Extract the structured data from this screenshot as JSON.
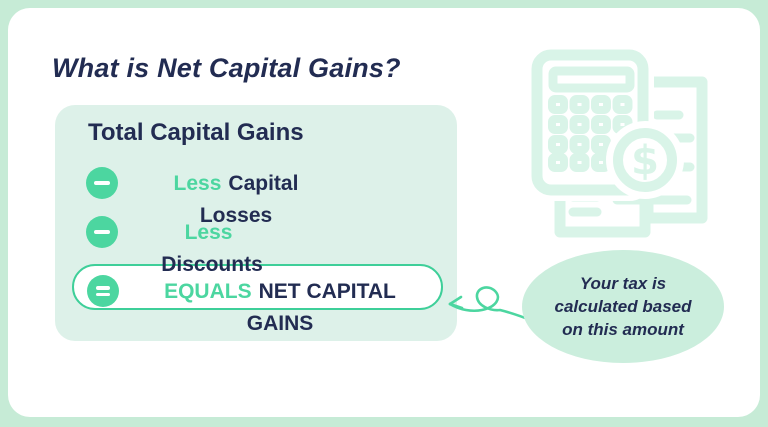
{
  "title": "What is Net Capital Gains?",
  "panel": {
    "heading": "Total Capital Gains",
    "rows": [
      {
        "icon": "minus-icon",
        "keyword": "Less",
        "line1_rest": "Capital",
        "line2": "Losses"
      },
      {
        "icon": "minus-icon",
        "keyword": "Less",
        "line1_rest": "",
        "line2": "Discounts"
      },
      {
        "icon": "equals-icon",
        "keyword": "EQUALS",
        "line1_rest": "NET CAPITAL",
        "line2": "GAINS"
      }
    ]
  },
  "callout": {
    "line1": "Your tax is",
    "line2": "calculated based",
    "line3": "on this amount"
  },
  "icons": {
    "illustration": "calculator-with-document-and-dollar-coin",
    "connector": "curly-arrow"
  },
  "colors": {
    "navy": "#222c52",
    "green": "#4cd6a0",
    "pill_border": "#3ecf99",
    "panel_bg": "#ddf1e9",
    "bubble_bg": "#cbeedd",
    "frame_border": "#c6ebd6",
    "icon_mint": "#d9f4e8",
    "white": "#ffffff"
  }
}
